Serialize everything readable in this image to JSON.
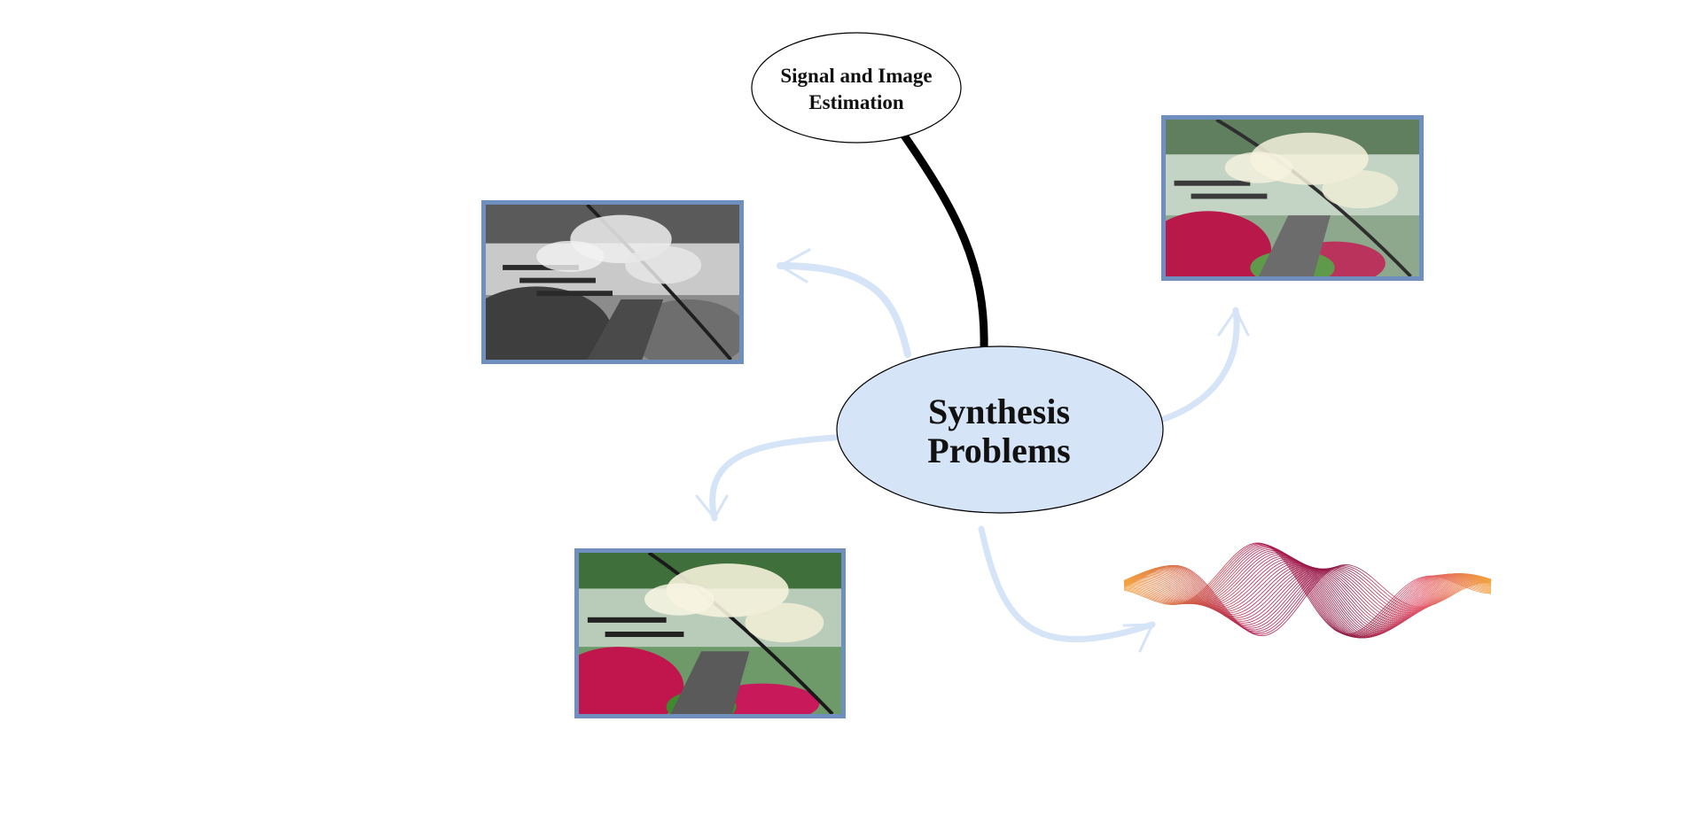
{
  "diagram": {
    "center_node": {
      "line1": "Synthesis",
      "line2": "Problems",
      "fill": "#d6e4f7"
    },
    "top_node": {
      "line1": "Signal and Image",
      "line2": "Estimation",
      "fill": "#ffffff"
    },
    "connector_color": "#000000",
    "arrow_color": "#d6e4f7",
    "frame_color": "#6f8fbf",
    "items": [
      {
        "icon": "grayscale-garden-photo"
      },
      {
        "icon": "color-garden-photo-soft"
      },
      {
        "icon": "color-garden-photo-sharp"
      },
      {
        "icon": "wave-ribbon-graphic"
      }
    ]
  }
}
